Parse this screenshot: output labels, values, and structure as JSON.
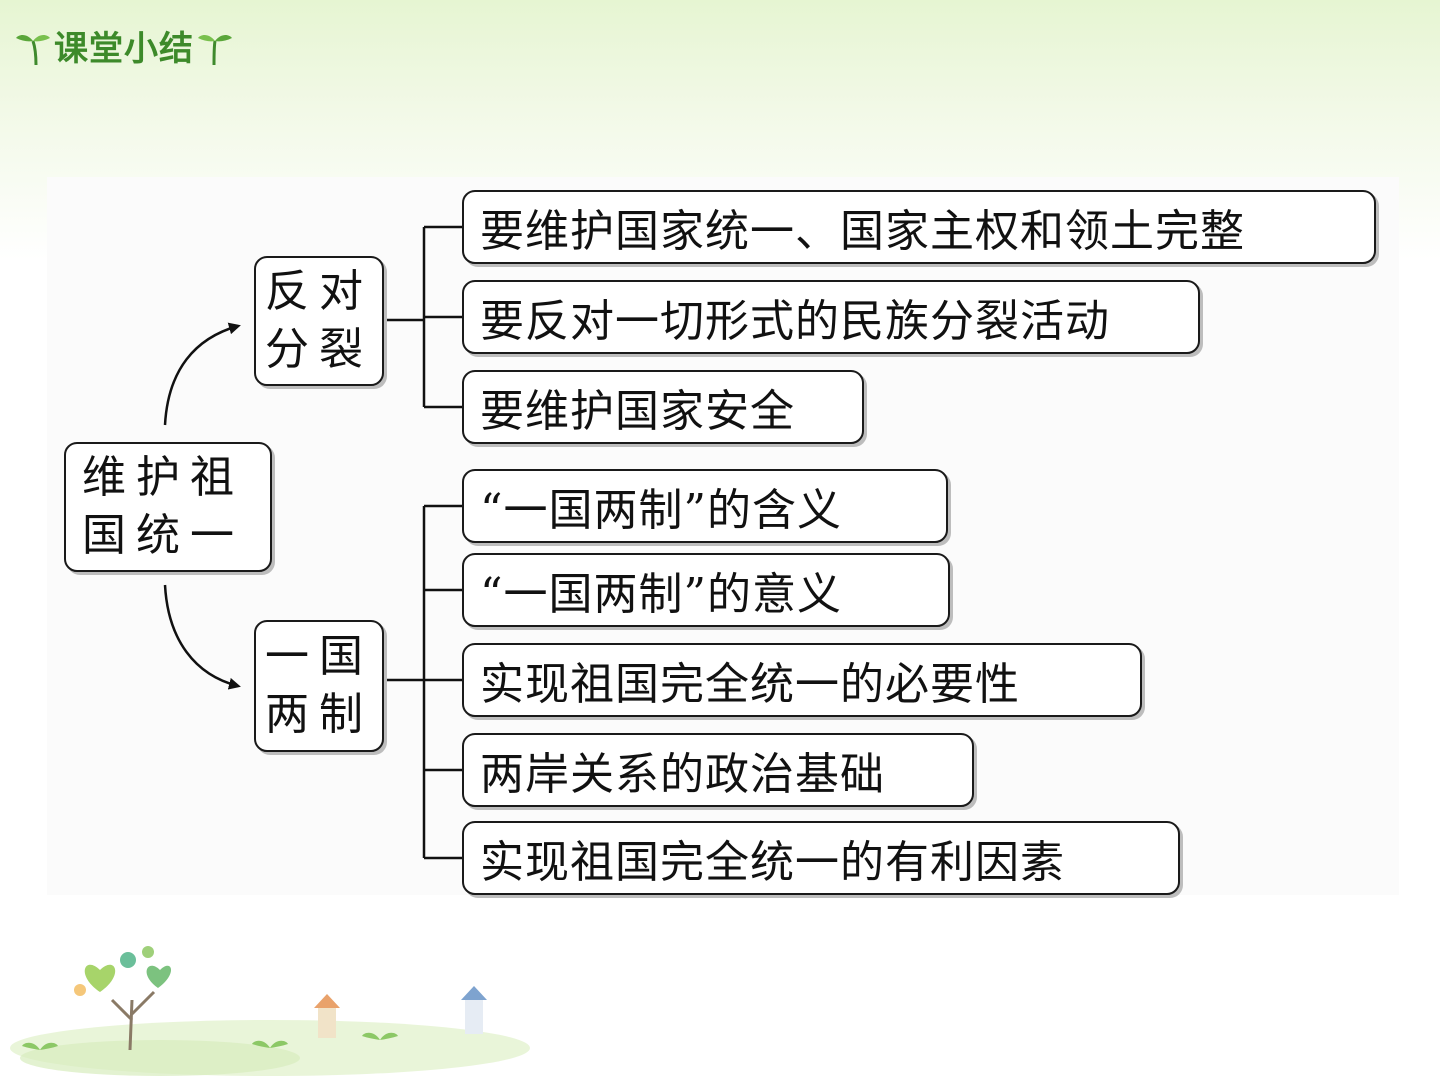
{
  "header": {
    "title": "课堂小结",
    "icon": "sprout-icon"
  },
  "diagram": {
    "root": {
      "lines": [
        "维护祖",
        "国统一"
      ]
    },
    "branches": [
      {
        "lines": [
          "反对",
          "分裂"
        ],
        "items": [
          "要维护国家统一、国家主权和领土完整",
          "要反对一切形式的民族分裂活动",
          "要维护国家安全"
        ]
      },
      {
        "lines": [
          "一国",
          "两制"
        ],
        "items": [
          "“一国两制”的含义",
          "“一国两制”的意义",
          "实现祖国完全统一的必要性",
          "两岸关系的政治基础",
          "实现祖国完全统一的有利因素"
        ]
      }
    ]
  },
  "colors": {
    "accent": "#3d8a2a",
    "border": "#1a1a1a",
    "header_bg": "#e6f5d2"
  }
}
